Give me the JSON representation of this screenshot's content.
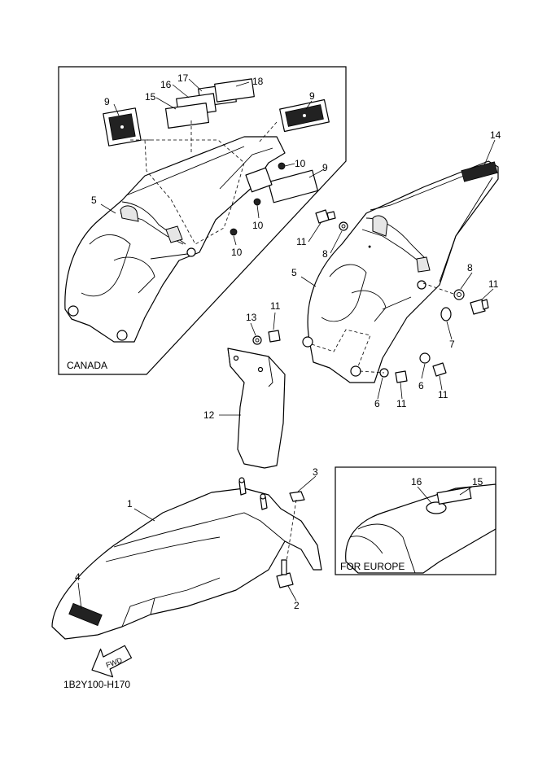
{
  "diagram_code": "1B2Y100-H170",
  "insets": {
    "canada": "CANADA",
    "europe": "FOR EUROPE"
  },
  "direction_arrow": "FWD",
  "callouts": {
    "c1": "1",
    "c2": "2",
    "c3": "3",
    "c4": "4",
    "c5a": "5",
    "c5b": "5",
    "c6a": "6",
    "c6b": "6",
    "c7": "7",
    "c8a": "8",
    "c8b": "8",
    "c9a": "9",
    "c9b": "9",
    "c9c": "9",
    "c10a": "10",
    "c10b": "10",
    "c10c": "10",
    "c11a": "11",
    "c11b": "11",
    "c11c": "11",
    "c11d": "11",
    "c11e": "11",
    "c12": "12",
    "c13": "13",
    "c14": "14",
    "c15a": "15",
    "c15b": "15",
    "c16a": "16",
    "c16b": "16",
    "c17": "17",
    "c18": "18"
  }
}
